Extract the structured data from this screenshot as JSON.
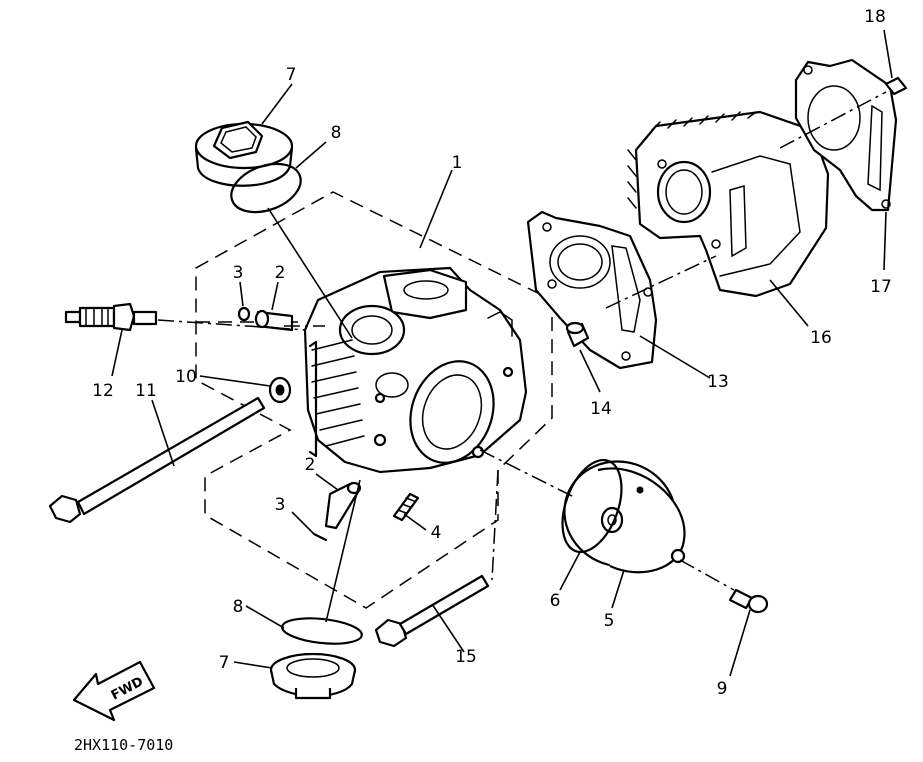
{
  "diagram": {
    "drawing_code": "2HX110-7010",
    "direction_marker": "FWD",
    "callouts": {
      "c1": "1",
      "c2a": "2",
      "c2b": "2",
      "c3a": "3",
      "c3b": "3",
      "c4": "4",
      "c5": "5",
      "c6": "6",
      "c7a": "7",
      "c7b": "7",
      "c8a": "8",
      "c8b": "8",
      "c9": "9",
      "c10": "10",
      "c11": "11",
      "c12": "12",
      "c13": "13",
      "c14": "14",
      "c15": "15",
      "c16": "16",
      "c17": "17",
      "c18": "18"
    }
  }
}
